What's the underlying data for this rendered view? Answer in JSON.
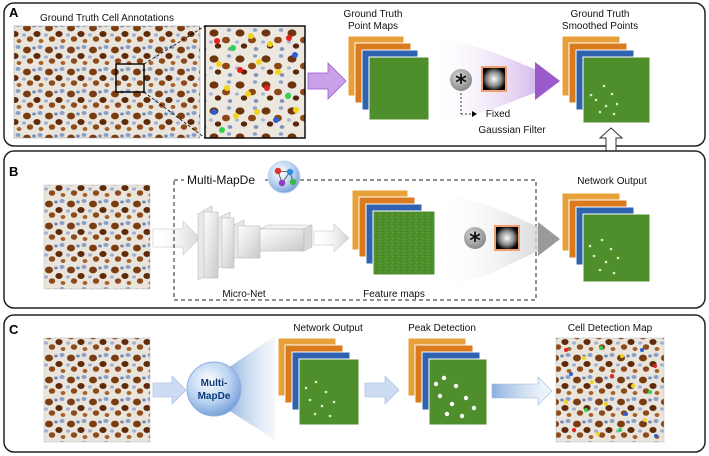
{
  "panels": {
    "a": {
      "letter": "A",
      "image_label": "Ground Truth Cell Annotations",
      "point_maps_label": [
        "Ground Truth",
        "Point Maps"
      ],
      "smoothed_label": [
        "Ground Truth",
        "Smoothed Points"
      ],
      "filter_label": [
        "Fixed",
        "Gaussian Filter"
      ],
      "conv_symbol": "*"
    },
    "b": {
      "letter": "B",
      "model_label": "Multi-MapDe",
      "micronet_label": "Micro-Net",
      "feature_label": "Feature maps",
      "output_label": "Network Output",
      "conv_symbol": "*"
    },
    "c": {
      "letter": "C",
      "model_label": [
        "Multi-",
        "MapDe"
      ],
      "output_label": "Network Output",
      "peak_label": "Peak Detection",
      "detection_label": "Cell Detection Map"
    }
  },
  "colors": {
    "layer_orange": "#e8a13a",
    "layer_orange2": "#d97a1c",
    "layer_blue": "#2f63b0",
    "layer_green": "#4f8f2b",
    "arrow_purple": "#9b5ac9",
    "arrow_blue": "#a9c6ec",
    "arrow_gray": "#b3b3b3",
    "panel_border": "#222222"
  }
}
